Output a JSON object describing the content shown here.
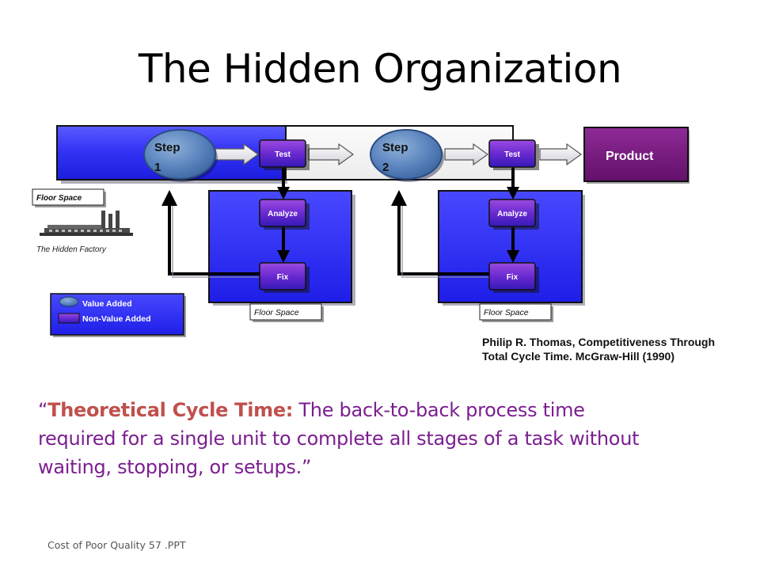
{
  "slide": {
    "title": "The Hidden Organization",
    "footer": "Cost of Poor Quality 57 .PPT"
  },
  "diagram": {
    "step1_line1": "Step",
    "step1_line2": "1",
    "step2_line1": "Step",
    "step2_line2": "2",
    "test1": "Test",
    "test2": "Test",
    "analyze1": "Analyze",
    "analyze2": "Analyze",
    "fix1": "Fix",
    "fix2": "Fix",
    "product": "Product",
    "floor_space_1": "Floor Space",
    "floor_space_2": "Floor Space",
    "floor_space_3": "Floor Space",
    "hidden_factory": "The Hidden Factory"
  },
  "legend": {
    "value_added": "Value Added",
    "non_value_added": "Non-Value Added"
  },
  "citation": "Philip R. Thomas, Competitiveness Through Total Cycle Time. McGraw-Hill (1990)",
  "quote": {
    "open": "“",
    "term": "Theoretical Cycle Time:",
    "body": " The back-to-back process time required for a single unit to complete all stages of a task without waiting, stopping, or setups.”"
  },
  "colors": {
    "blue": "#3333ff",
    "purple": "#7b1f8f",
    "term_red": "#c0504d",
    "product": "#7b1580"
  }
}
